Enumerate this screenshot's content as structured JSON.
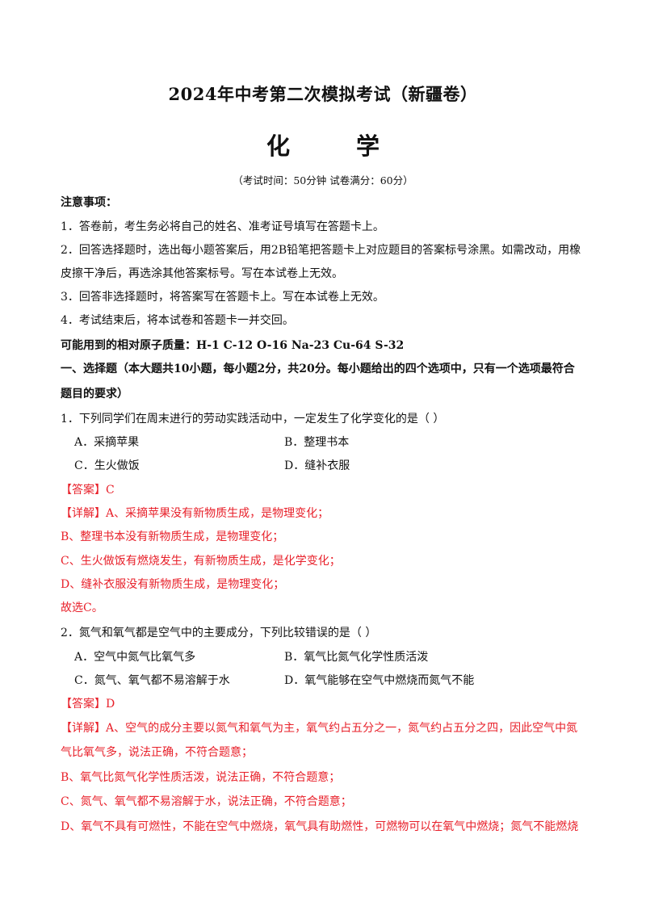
{
  "header": {
    "title": "2024年中考第二次模拟考试（新疆卷）",
    "subject": "化  学",
    "exam_info": "（考试时间：50分钟   试卷满分：60分）"
  },
  "notice": {
    "heading": "注意事项：",
    "items": [
      "1．答卷前，考生务必将自己的姓名、准考证号填写在答题卡上。",
      "2．回答选择题时，选出每小题答案后，用2B铅笔把答题卡上对应题目的答案标号涂黑。如需改动，用橡",
      "皮擦干净后，再选涂其他答案标号。写在本试卷上无效。",
      "3．回答非选择题时，将答案写在答题卡上。写在本试卷上无效。",
      "4．考试结束后，将本试卷和答题卡一并交回。"
    ]
  },
  "atomic_masses": "可能用到的相对原子质量：H-1    C-12    O-16    Na-23    Cu-64    S-32",
  "section": {
    "heading_line1": "一、选择题（本大题共10小题，每小题2分，共20分。每小题给出的四个选项中，只有一个选项最符合",
    "heading_line2": "题目的要求）"
  },
  "questions": [
    {
      "stem": "1．下列同学们在周末进行的劳动实践活动中，一定发生了化学变化的是（        ）",
      "options": [
        "A．采摘苹果",
        "B．整理书本",
        "C．生火做饭",
        "D．缝补衣服"
      ],
      "answer": "【答案】C",
      "detail": [
        "【详解】A、采摘苹果没有新物质生成，是物理变化；",
        "B、整理书本没有新物质生成，是物理变化；",
        "C、生火做饭有燃烧发生，有新物质生成，是化学变化；",
        "D、缝补衣服没有新物质生成，是物理变化；",
        "故选C。"
      ]
    },
    {
      "stem": "2．氮气和氧气都是空气中的主要成分，下列比较错误的是（        ）",
      "options": [
        "A．空气中氮气比氧气多",
        "B．氧气比氮气化学性质活泼",
        "C．氮气、氧气都不易溶解于水",
        "D．氧气能够在空气中燃烧而氮气不能"
      ],
      "answer": "【答案】D",
      "detail": [
        "【详解】A、空气的成分主要以氮气和氧气为主，氧气约占五分之一，氮气约占五分之四，因此空气中氮",
        "气比氧气多，说法正确，不符合题意；",
        "B、氧气比氮气化学性质活泼，说法正确，不符合题意；",
        "C、氮气、氧气都不易溶解于水，说法正确，不符合题意；",
        "D、氧气不具有可燃性，不能在空气中燃烧，氧气具有助燃性，可燃物可以在氧气中燃烧；氮气不能燃烧"
      ]
    }
  ]
}
